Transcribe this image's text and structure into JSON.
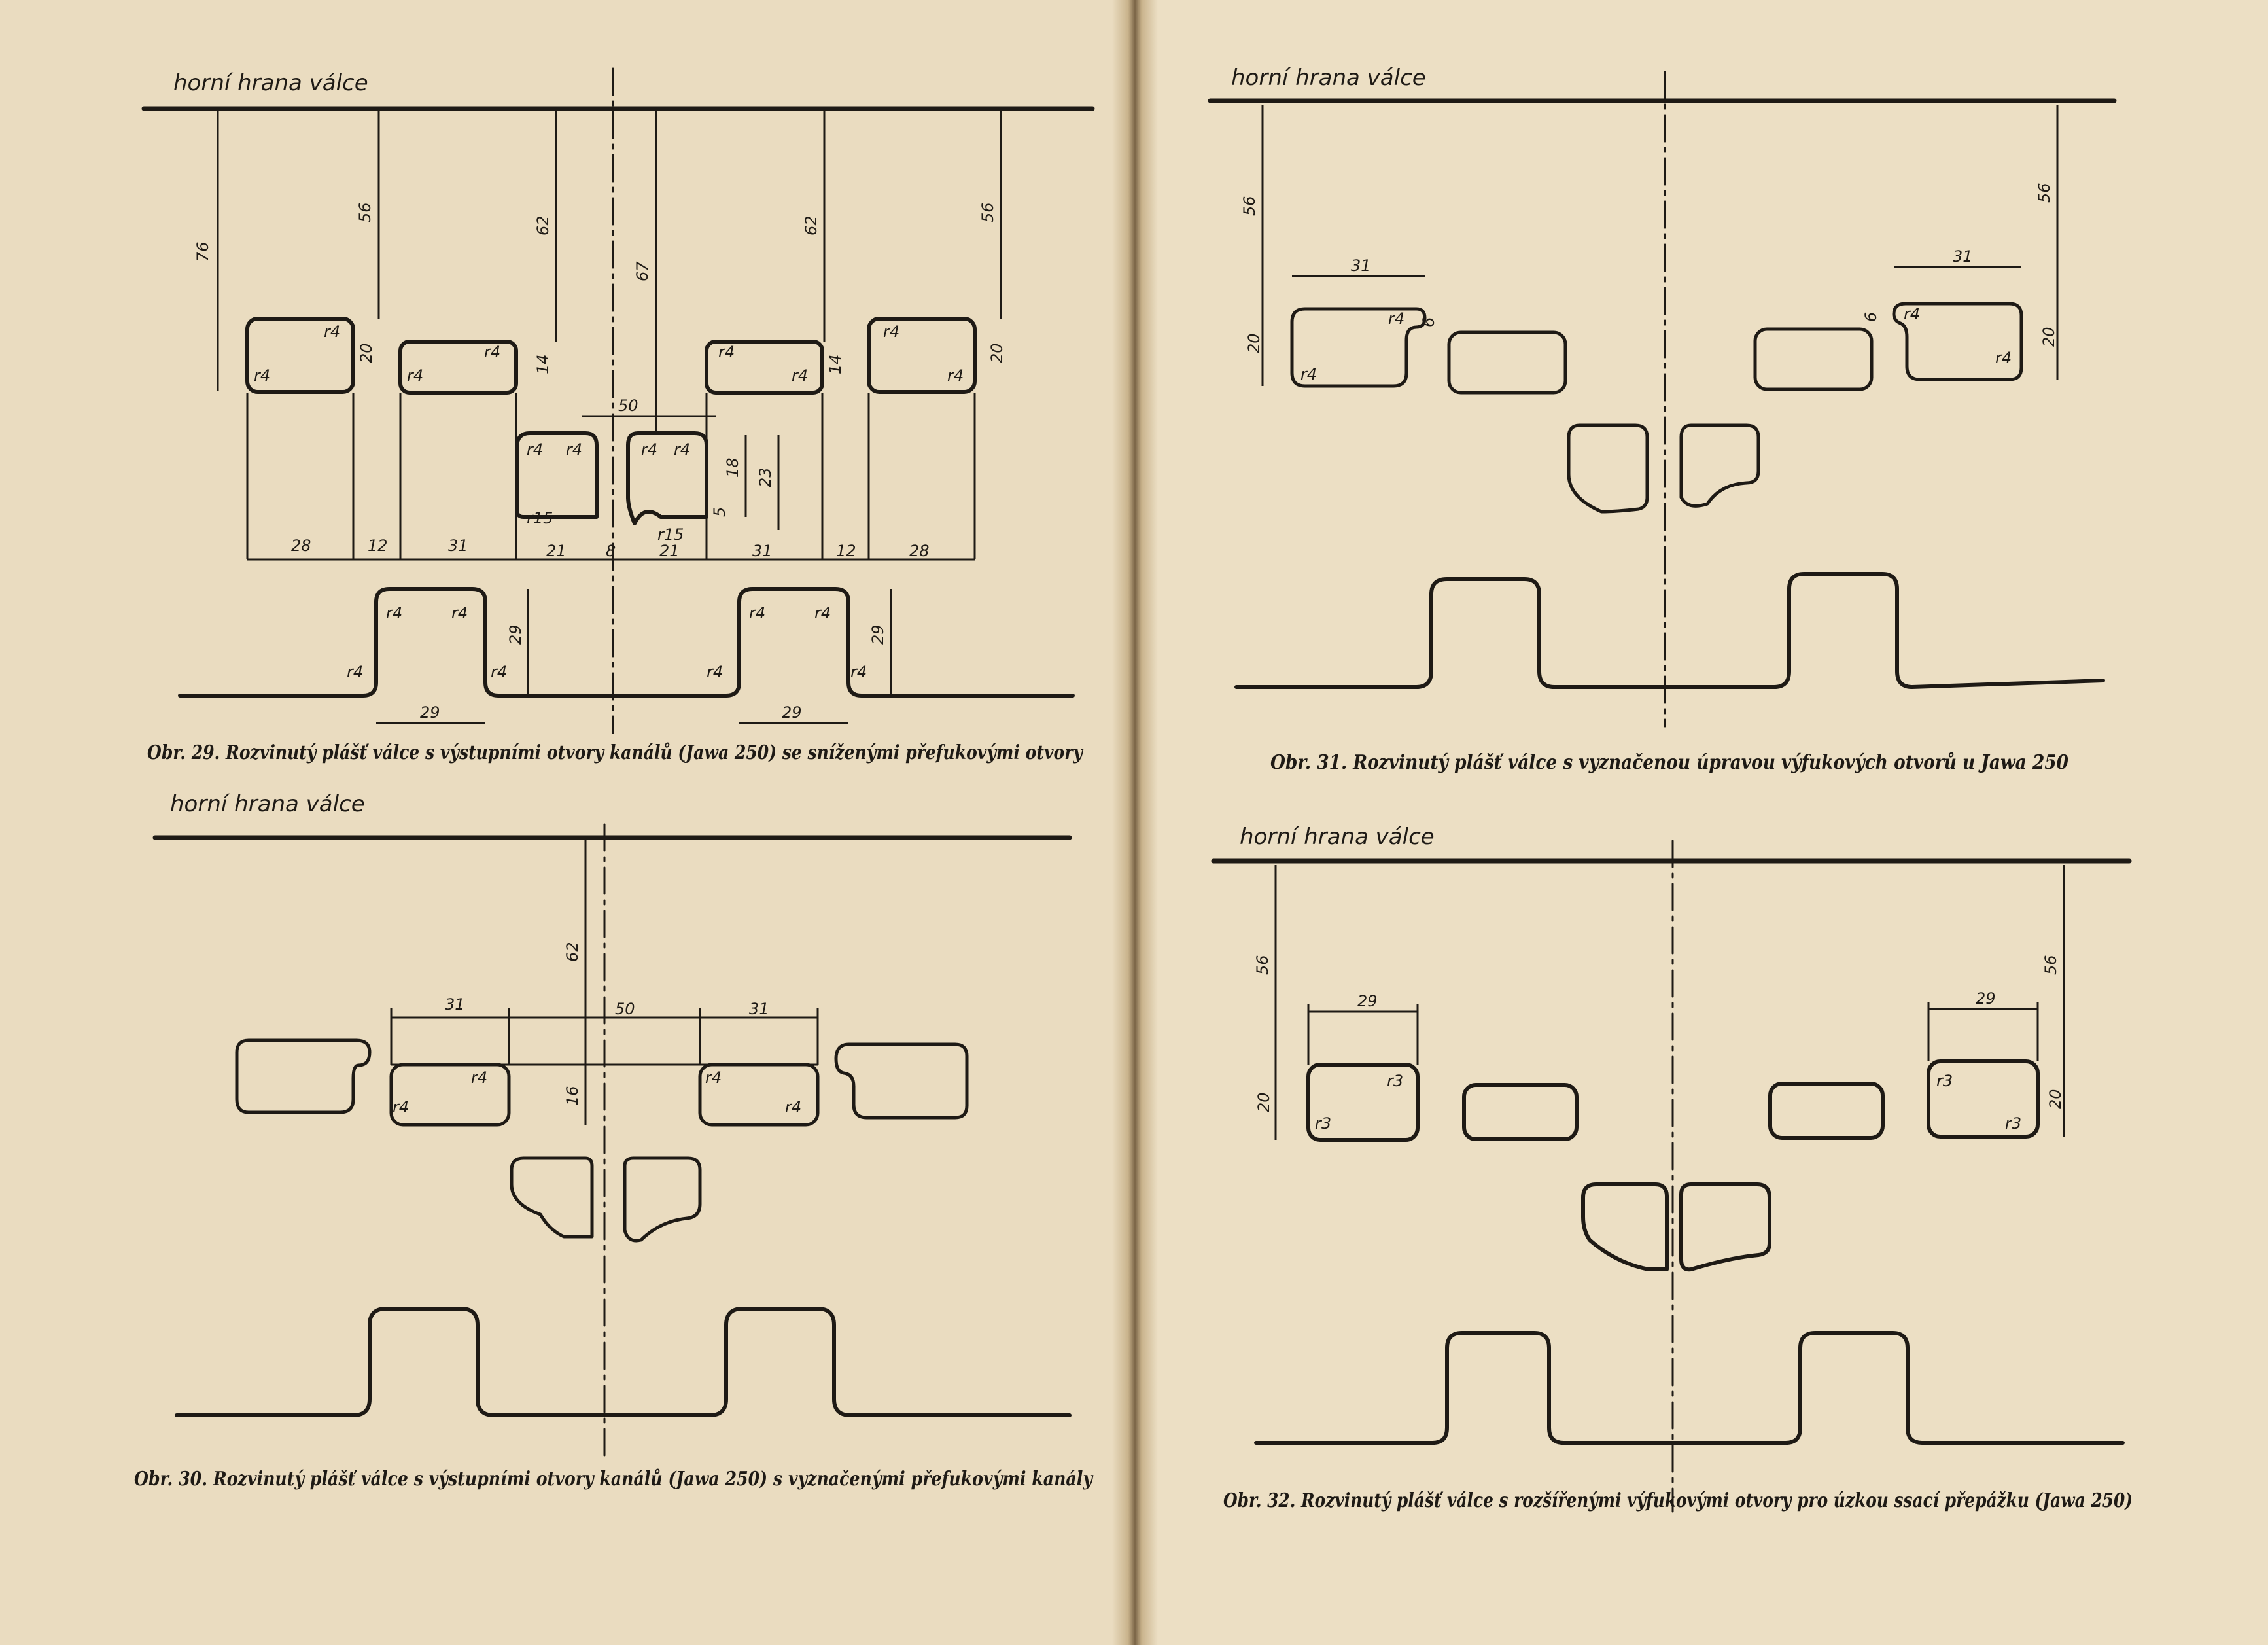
{
  "top_edge_label": "horní hrana válce",
  "fig29": {
    "caption": "Obr. 29. Rozvinutý plášť válce s výstupními otvory kanálů (Jawa 250) se sníženými přefukovými otvory",
    "dims": {
      "h76": "76",
      "h56a": "56",
      "h62a": "62",
      "h67": "67",
      "h62b": "62",
      "h56b": "56",
      "h20a": "20",
      "h14a": "14",
      "h14b": "14",
      "h20b": "20",
      "w50": "50",
      "h18": "18",
      "h23": "23",
      "h5": "5",
      "b28a": "28",
      "b12a": "12",
      "b31a": "31",
      "b21a": "21",
      "b8": "8",
      "b21b": "21",
      "b31b": "31",
      "b12b": "12",
      "b28b": "28",
      "h29a": "29",
      "h29b": "29",
      "w29a": "29",
      "w29b": "29",
      "r4": "r4",
      "r15": "r15"
    }
  },
  "fig30": {
    "caption": "Obr. 30. Rozvinutý plášť válce s výstupními otvory kanálů (Jawa 250) s vyznačenými přefukovými kanály",
    "dims": {
      "h62": "62",
      "w31a": "31",
      "w50": "50",
      "w31b": "31",
      "h16": "16",
      "r4": "r4"
    }
  },
  "fig31": {
    "caption": "Obr. 31. Rozvinutý plášť válce s vyznačenou úpravou výfukových otvorů u Jawa 250",
    "dims": {
      "h56a": "56",
      "h56b": "56",
      "w31a": "31",
      "w31b": "31",
      "h20a": "20",
      "h20b": "20",
      "h6a": "6",
      "h6b": "6",
      "r4": "r4"
    }
  },
  "fig32": {
    "caption": "Obr. 32. Rozvinutý plášť válce s rozšířenými výfukovými otvory pro úzkou ssací přepážku (Jawa 250)",
    "dims": {
      "h56a": "56",
      "h56b": "56",
      "w29a": "29",
      "w29b": "29",
      "h20a": "20",
      "h20b": "20",
      "r3": "r3"
    }
  }
}
